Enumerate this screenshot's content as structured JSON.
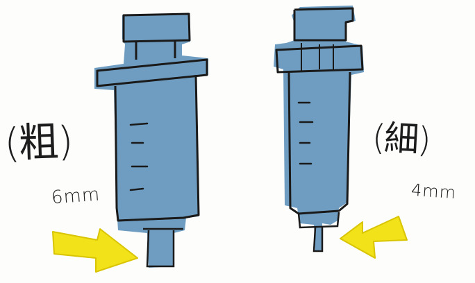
{
  "labels": {
    "thick": "(粗)",
    "thin": "(細)"
  },
  "sizes": {
    "thick": "6mm",
    "thin": "4mm"
  },
  "colors": {
    "syringe_fill": "#6f9dc1",
    "syringe_shadow": "#5b8bb2",
    "outline": "#1a1a1a",
    "arrow_fill": "#f2e21a",
    "background": "#fdfdfc"
  },
  "icons": {
    "left_syringe": "syringe-thick-icon",
    "right_syringe": "syringe-thin-icon",
    "left_arrow": "arrow-right-icon",
    "right_arrow": "arrow-left-icon"
  }
}
